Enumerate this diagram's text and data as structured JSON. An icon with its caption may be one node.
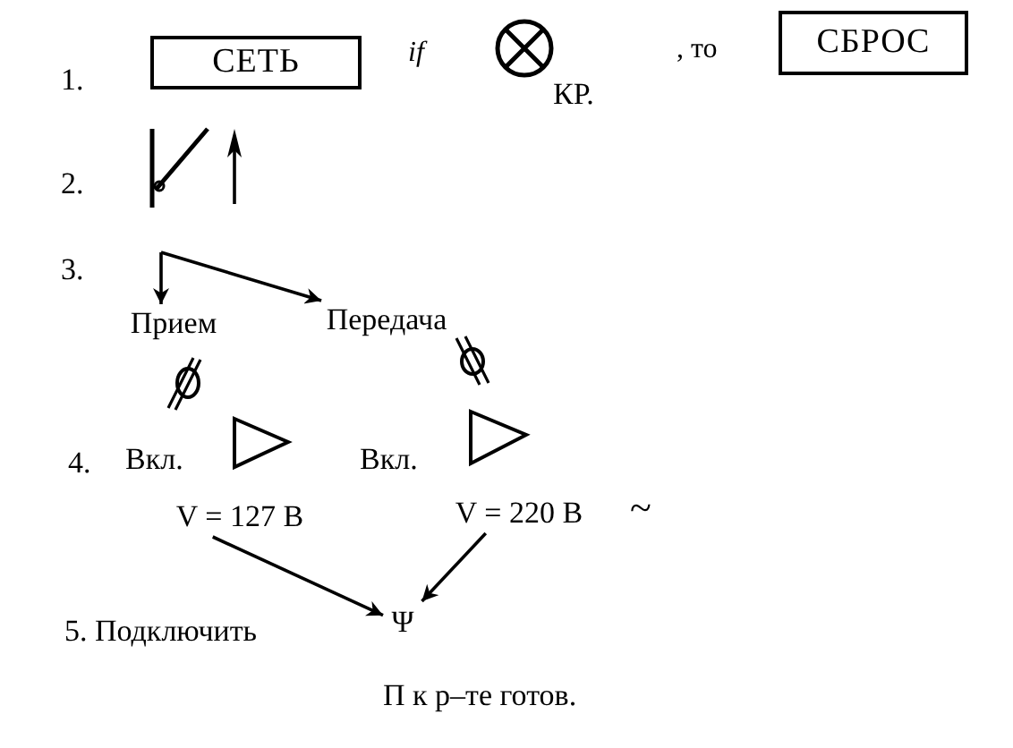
{
  "diagram": {
    "nodes": [
      {
        "text": [
          "СЕТЬ"
        ]
      },
      {
        "text": [
          "СБРОС"
        ]
      },
      {
        "text": [
          "Прием"
        ]
      },
      {
        "text": [
          "Передача"
        ]
      },
      {
        "text": [
          "V = 127 В"
        ]
      },
      {
        "text": [
          "V = 220 В"
        ]
      },
      {
        "text": [
          "Ψ"
        ]
      }
    ],
    "edges": [
      {
        "from": null,
        "to": 2,
        "arrow": "to"
      },
      {
        "from": null,
        "to": 3,
        "arrow": "to"
      },
      {
        "from": 4,
        "to": 6,
        "arrow": "to"
      },
      {
        "from": 5,
        "to": 6,
        "arrow": "to"
      }
    ],
    "labels": [
      "1.",
      "if",
      "КР.",
      ", то",
      "2.",
      "3.",
      "4.",
      "Вкл.",
      "Вкл.",
      "~",
      "5. Подключить",
      "П к р–те готов."
    ]
  }
}
